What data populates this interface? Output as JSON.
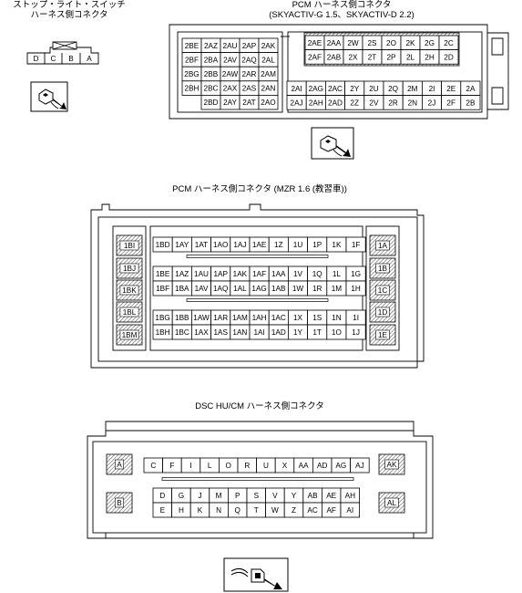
{
  "stop_light_switch": {
    "title_line1": "ストップ・ライト・スイッチ",
    "title_line2": "ハーネス側コネクタ",
    "pins": [
      "D",
      "C",
      "B",
      "A"
    ]
  },
  "pcm_skyactiv": {
    "title_line1": "PCM ハーネス側コネクタ",
    "title_line2": "(SKYACTIV-G 1.5、SKYACTIV-D 2.2)",
    "left_rows": [
      [
        "2BE",
        "2AZ",
        "2AU",
        "2AP",
        "2AK"
      ],
      [
        "2BF",
        "2BA",
        "2AV",
        "2AQ",
        "2AL"
      ],
      [
        "2BG",
        "2BB",
        "2AW",
        "2AR",
        "2AM"
      ],
      [
        "2BH",
        "2BC",
        "2AX",
        "2AS",
        "2AN"
      ],
      [
        "",
        "2BD",
        "2AY",
        "2AT",
        "2AO"
      ]
    ],
    "right_top_rows": [
      [
        "2AE",
        "2AA",
        "2W",
        "2S",
        "2O",
        "2K",
        "2G",
        "2C"
      ],
      [
        "2AF",
        "2AB",
        "2X",
        "2T",
        "2P",
        "2L",
        "2H",
        "2D"
      ]
    ],
    "right_bottom_rows": [
      [
        "2AI",
        "2AG",
        "2AC",
        "2Y",
        "2U",
        "2Q",
        "2M",
        "2I",
        "2E",
        "2A"
      ],
      [
        "2AJ",
        "2AH",
        "2AD",
        "2Z",
        "2V",
        "2R",
        "2N",
        "2J",
        "2F",
        "2B"
      ]
    ]
  },
  "pcm_mzr": {
    "title": "PCM ハーネス側コネクタ (MZR 1.6 (教習車))",
    "left_pins": [
      "1BI",
      "1BJ",
      "1BK",
      "1BL",
      "1BM"
    ],
    "right_pins": [
      "1A",
      "1B",
      "1C",
      "1D",
      "1E"
    ],
    "rows": [
      [
        "1BD",
        "1AY",
        "1AT",
        "1AO",
        "1AJ",
        "1AE",
        "1Z",
        "1U",
        "1P",
        "1K",
        "1F"
      ],
      [
        "1BE",
        "1AZ",
        "1AU",
        "1AP",
        "1AK",
        "1AF",
        "1AA",
        "1V",
        "1Q",
        "1L",
        "1G"
      ],
      [
        "1BF",
        "1BA",
        "1AV",
        "1AQ",
        "1AL",
        "1AG",
        "1AB",
        "1W",
        "1R",
        "1M",
        "1H"
      ],
      [
        "1BG",
        "1BB",
        "1AW",
        "1AR",
        "1AM",
        "1AH",
        "1AC",
        "1X",
        "1S",
        "1N",
        "1I"
      ],
      [
        "1BH",
        "1BC",
        "1AX",
        "1AS",
        "1AN",
        "1AI",
        "1AD",
        "1Y",
        "1T",
        "1O",
        "1J"
      ]
    ]
  },
  "dsc": {
    "title": "DSC HU/CM ハーネス側コネクタ",
    "large_pins": {
      "top_left": "A",
      "bottom_left": "B",
      "top_right": "AK",
      "bottom_right": "AL"
    },
    "top_row": [
      "C",
      "F",
      "I",
      "L",
      "O",
      "R",
      "U",
      "X",
      "AA",
      "AD",
      "AG",
      "AJ"
    ],
    "middle_row": [
      "D",
      "G",
      "J",
      "M",
      "P",
      "S",
      "V",
      "Y",
      "AB",
      "AE",
      "AH"
    ],
    "bottom_row": [
      "E",
      "H",
      "K",
      "N",
      "Q",
      "T",
      "W",
      "Z",
      "AC",
      "AF",
      "AI"
    ]
  },
  "colors": {
    "line": "#000000",
    "hatch": "#555555",
    "background": "#ffffff"
  },
  "icons": [
    "connector-plug-icon"
  ]
}
